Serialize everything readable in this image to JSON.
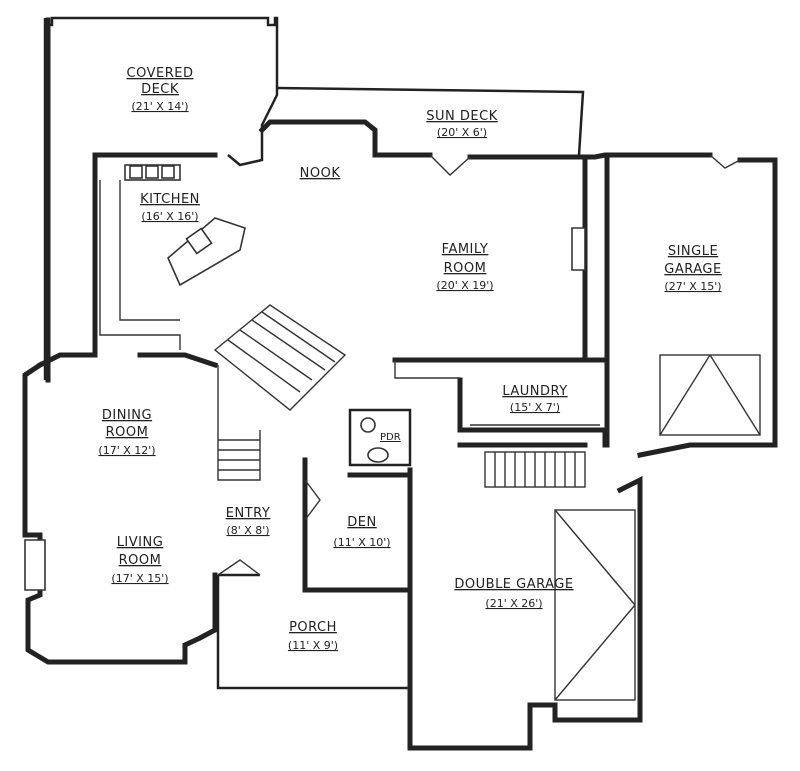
{
  "plan": {
    "rooms": [
      {
        "id": "covered-deck",
        "name_lines": [
          "COVERED",
          "DECK"
        ],
        "dims": "(21' X 14')"
      },
      {
        "id": "sun-deck",
        "name_lines": [
          "SUN DECK"
        ],
        "dims": "(20' X 6')"
      },
      {
        "id": "nook",
        "name_lines": [
          "NOOK"
        ],
        "dims": ""
      },
      {
        "id": "kitchen",
        "name_lines": [
          "KITCHEN"
        ],
        "dims": "(16' X 16')"
      },
      {
        "id": "family-room",
        "name_lines": [
          "FAMILY",
          "ROOM"
        ],
        "dims": "(20' X 19')"
      },
      {
        "id": "single-garage",
        "name_lines": [
          "SINGLE",
          "GARAGE"
        ],
        "dims": "(27' X 15')"
      },
      {
        "id": "laundry",
        "name_lines": [
          "LAUNDRY"
        ],
        "dims": "(15' X 7')"
      },
      {
        "id": "dining-room",
        "name_lines": [
          "DINING",
          "ROOM"
        ],
        "dims": "(17' X 12')"
      },
      {
        "id": "entry",
        "name_lines": [
          "ENTRY"
        ],
        "dims": "(8' X 8')"
      },
      {
        "id": "den",
        "name_lines": [
          "DEN"
        ],
        "dims": "(11' X 10')"
      },
      {
        "id": "living-room",
        "name_lines": [
          "LIVING",
          "ROOM"
        ],
        "dims": "(17' X 15')"
      },
      {
        "id": "porch",
        "name_lines": [
          "PORCH"
        ],
        "dims": "(11' X 9')"
      },
      {
        "id": "double-garage",
        "name_lines": [
          "DOUBLE GARAGE"
        ],
        "dims": "(21' X 26')"
      }
    ],
    "pdr_label": "PDR"
  }
}
